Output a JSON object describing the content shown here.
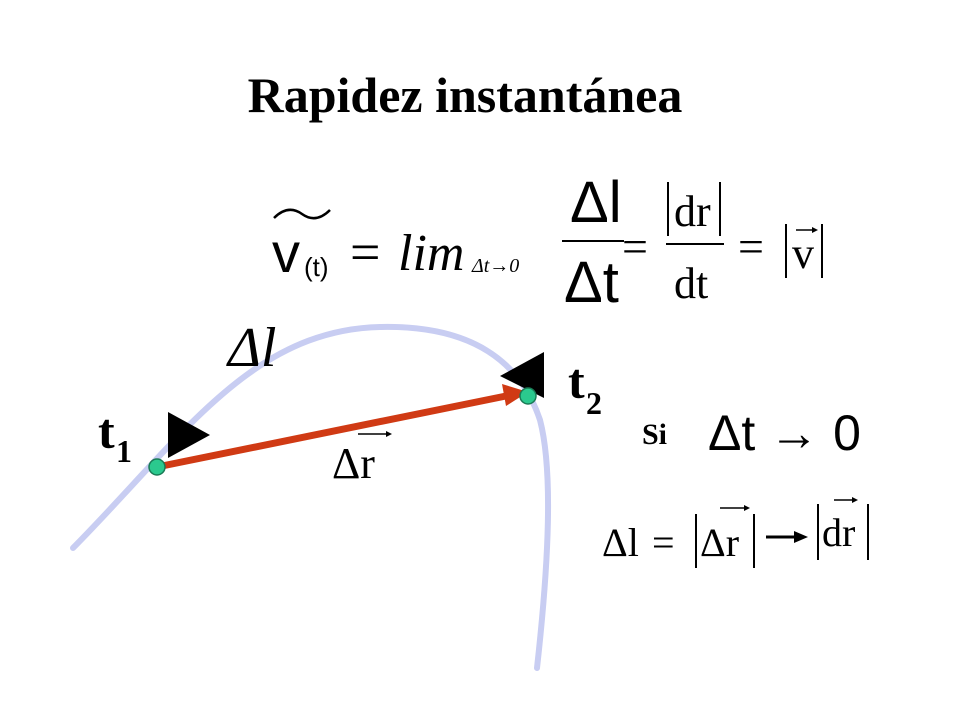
{
  "title": "Rapidez instantánea",
  "formula": {
    "v": "v",
    "sub_t": "(t)",
    "equals": "=",
    "lim": "lim",
    "lim_sub": "Δt→0",
    "delta_l": "Δl",
    "delta_t": "Δt",
    "dr": "dr",
    "dt": "dt",
    "v_vec": "v"
  },
  "diagram": {
    "arc_label": "Δl",
    "t1": "t",
    "t1_sub": "1",
    "t2": "t",
    "t2_sub": "2",
    "delta_r": "Δr"
  },
  "condition": {
    "si": "Si",
    "limit": "Δt → 0"
  },
  "result": {
    "delta_l": "Δl",
    "equals": "=",
    "delta_r": "Δr",
    "dr": "dr"
  },
  "colors": {
    "curve": "#c8cdf2",
    "displacement_arrow": "#d03a14",
    "point_fill": "#2bc98e",
    "text": "#000000"
  }
}
